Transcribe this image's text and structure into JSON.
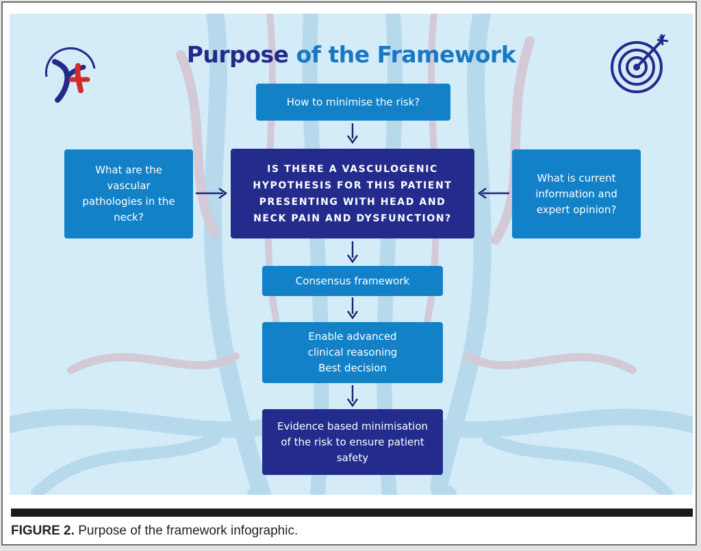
{
  "title": {
    "part1": "Purpose",
    "part2": "of the Framework"
  },
  "boxes": {
    "top": "How to minimise the risk?",
    "left": "What are the vascular pathologies in the neck?",
    "right": "What is current information and expert opinion?",
    "main": "IS THERE A VASCULOGENIC HYPOTHESIS FOR THIS PATIENT PRESENTING WITH HEAD AND NECK PAIN AND DYSFUNCTION?",
    "consensus": "Consensus framework",
    "enable": "Enable advanced clinical reasoning Best decision",
    "evidence": "Evidence based minimisation of the risk to ensure patient safety"
  },
  "caption": {
    "label": "FIGURE 2.",
    "text": "Purpose of the framework infographic."
  },
  "colors": {
    "light_box": "#1281c8",
    "dark_box": "#232c8c",
    "title_dark": "#242a8a",
    "title_blue": "#1a78c2",
    "background": "#d4ecf8"
  },
  "icons": {
    "left_logo": "vessel-logo-icon",
    "right_logo": "target-arrow-icon"
  }
}
